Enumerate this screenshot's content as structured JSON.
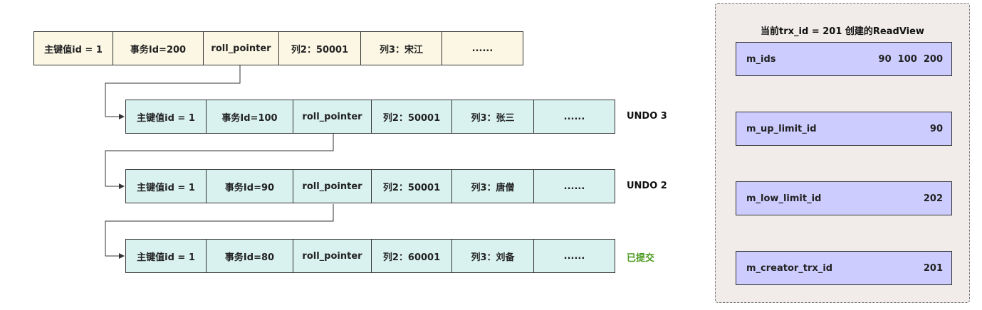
{
  "current_record": {
    "cells": [
      "主键值id = 1",
      "事务Id=200",
      "roll_pointer",
      "列2：50001",
      "列3：宋江",
      "......"
    ]
  },
  "undo_records": [
    {
      "cells": [
        "主键值id = 1",
        "事务Id=100",
        "roll_pointer",
        "列2：50001",
        "列3：张三",
        "......"
      ],
      "label": "UNDO 3"
    },
    {
      "cells": [
        "主键值id = 1",
        "事务Id=90",
        "roll_pointer",
        "列2：50001",
        "列3：唐僧",
        "......"
      ],
      "label": "UNDO 2"
    },
    {
      "cells": [
        "主键值id = 1",
        "事务Id=80",
        "roll_pointer",
        "列2：60001",
        "列3：刘备",
        "......"
      ],
      "label": "已提交"
    }
  ],
  "read_view": {
    "title": "当前trx_id = 201 创建的ReadView",
    "fields": [
      {
        "name": "m_ids",
        "value": "90  100  200"
      },
      {
        "name": "m_up_limit_id",
        "value": "90"
      },
      {
        "name": "m_low_limit_id",
        "value": "202"
      },
      {
        "name": "m_creator_trx_id",
        "value": "201"
      }
    ]
  },
  "colors": {
    "current_fill": "#fbf7e4",
    "undo_fill": "#d9f2f0",
    "readview_fill": "#ccccff",
    "committed_label": "#4c9a1f"
  }
}
